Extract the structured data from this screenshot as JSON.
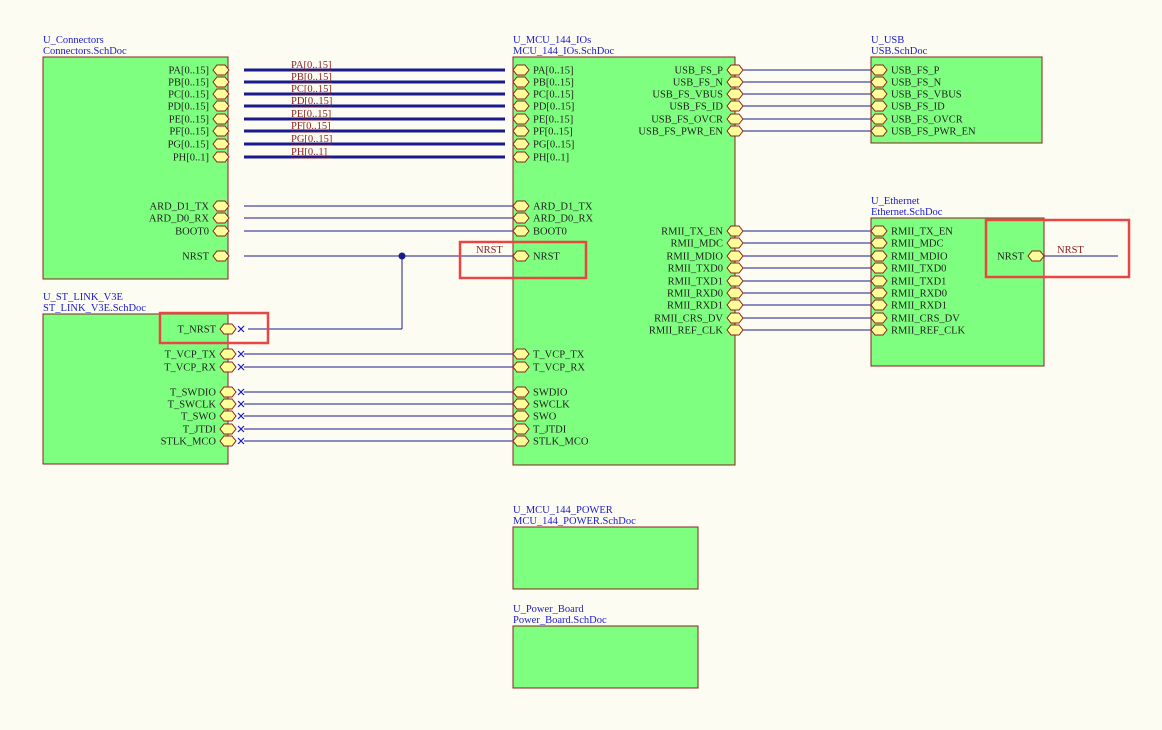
{
  "colors": {
    "background": "#fdfcf3",
    "block_fill": "#7fff7f",
    "block_border": "#8b1f1f",
    "port_fill": "#ffff99",
    "wire": "#1a1a8c",
    "title_text": "#1a1acd",
    "net_label": "#8b1f1f",
    "highlight": "#e84545"
  },
  "blocks": [
    {
      "id": "connectors",
      "designator": "U_Connectors",
      "file": "Connectors.SchDoc"
    },
    {
      "id": "stlink",
      "designator": "U_ST_LINK_V3E",
      "file": "ST_LINK_V3E.SchDoc"
    },
    {
      "id": "mcu_ios",
      "designator": "U_MCU_144_IOs",
      "file": "MCU_144_IOs.SchDoc"
    },
    {
      "id": "usb",
      "designator": "U_USB",
      "file": "USB.SchDoc"
    },
    {
      "id": "ethernet",
      "designator": "U_Ethernet",
      "file": "Ethernet.SchDoc"
    },
    {
      "id": "mcu_power",
      "designator": "U_MCU_144_POWER",
      "file": "MCU_144_POWER.SchDoc"
    },
    {
      "id": "power_board",
      "designator": "U_Power_Board",
      "file": "Power_Board.SchDoc"
    }
  ],
  "ports": {
    "connectors": [
      "PA[0..15]",
      "PB[0..15]",
      "PC[0..15]",
      "PD[0..15]",
      "PE[0..15]",
      "PF[0..15]",
      "PG[0..15]",
      "PH[0..1]",
      "ARD_D1_TX",
      "ARD_D0_RX",
      "BOOT0",
      "NRST"
    ],
    "stlink": [
      "T_NRST",
      "T_VCP_TX",
      "T_VCP_RX",
      "T_SWDIO",
      "T_SWCLK",
      "T_SWO",
      "T_JTDI",
      "STLK_MCO"
    ],
    "mcu_ios_left": [
      "PA[0..15]",
      "PB[0..15]",
      "PC[0..15]",
      "PD[0..15]",
      "PE[0..15]",
      "PF[0..15]",
      "PG[0..15]",
      "PH[0..1]",
      "ARD_D1_TX",
      "ARD_D0_RX",
      "BOOT0",
      "NRST",
      "T_VCP_TX",
      "T_VCP_RX",
      "SWDIO",
      "SWCLK",
      "SWO",
      "T_JTDI",
      "STLK_MCO"
    ],
    "mcu_ios_right": [
      "USB_FS_P",
      "USB_FS_N",
      "USB_FS_VBUS",
      "USB_FS_ID",
      "USB_FS_OVCR",
      "USB_FS_PWR_EN",
      "RMII_TX_EN",
      "RMII_MDC",
      "RMII_MDIO",
      "RMII_TXD0",
      "RMII_TXD1",
      "RMII_RXD0",
      "RMII_RXD1",
      "RMII_CRS_DV",
      "RMII_REF_CLK"
    ],
    "usb": [
      "USB_FS_P",
      "USB_FS_N",
      "USB_FS_VBUS",
      "USB_FS_ID",
      "USB_FS_OVCR",
      "USB_FS_PWR_EN"
    ],
    "ethernet_left": [
      "RMII_TX_EN",
      "RMII_MDC",
      "RMII_MDIO",
      "RMII_TXD0",
      "RMII_TXD1",
      "RMII_RXD0",
      "RMII_RXD1",
      "RMII_CRS_DV",
      "RMII_REF_CLK"
    ],
    "ethernet_right": [
      "NRST"
    ]
  },
  "net_labels": {
    "buses": [
      "PA[0..15]",
      "PB[0..15]",
      "PC[0..15]",
      "PD[0..15]",
      "PE[0..15]",
      "PF[0..15]",
      "PG[0..15]",
      "PH[0..1]"
    ],
    "mcu_nrst": "NRST",
    "ethernet_nrst": "NRST"
  },
  "no_connect_marker": "×"
}
